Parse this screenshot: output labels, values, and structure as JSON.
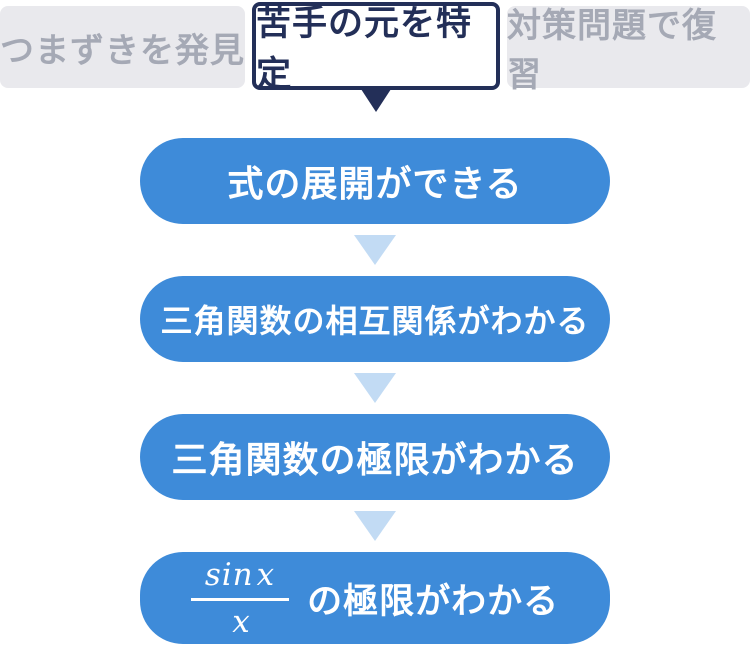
{
  "tabs": [
    {
      "label": "つまずきを発見",
      "active": false
    },
    {
      "label": "苦手の元を特定",
      "active": true
    },
    {
      "label": "対策問題で復習",
      "active": false
    }
  ],
  "flow": {
    "steps": [
      {
        "label": "式の展開ができる"
      },
      {
        "label": "三角関数の相互関係がわかる"
      },
      {
        "label": "三角関数の極限がわかる"
      },
      {
        "formula": {
          "fn": "sin",
          "num_var": "x",
          "den_var": "x"
        },
        "label": "の極限がわかる"
      }
    ]
  },
  "colors": {
    "node_blue": "#3e8bd9",
    "arrow_light_blue": "#c2dbf4",
    "active_navy": "#232f58",
    "inactive_tab_bg": "#e9e9ed",
    "inactive_tab_text": "#a5a9b5",
    "background": "#ffffff"
  }
}
